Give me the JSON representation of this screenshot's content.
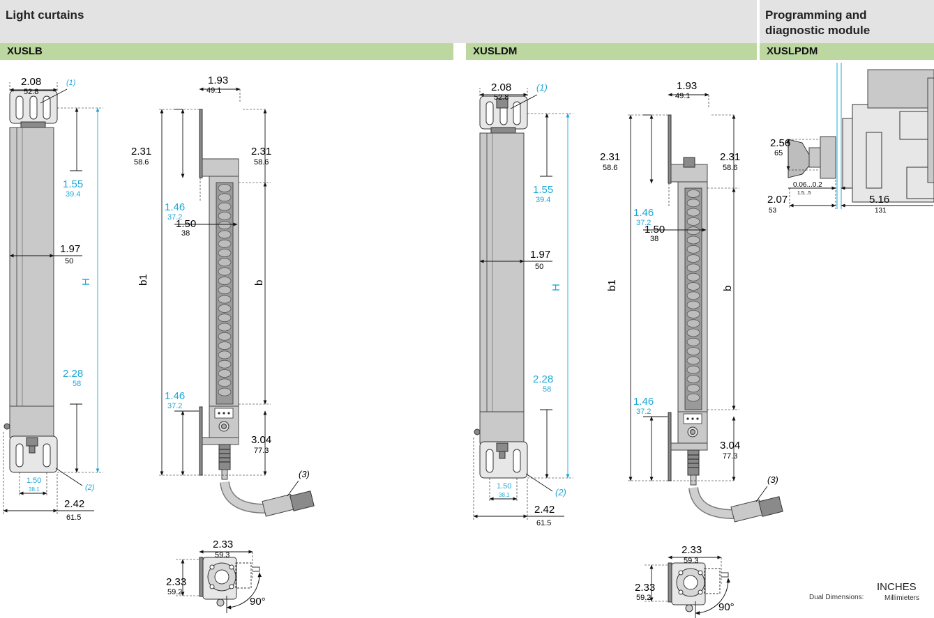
{
  "header": {
    "title_left": "Light curtains",
    "title_right_line1": "Programming and",
    "title_right_line2": "diagnostic module"
  },
  "bands": {
    "xuslb": "XUSLB",
    "xusldm": "XUSLDM",
    "xuslpdm": "XUSLPDM"
  },
  "dims": {
    "top_width_in": "2.08",
    "top_width_mm": "52.8",
    "side_width_in": "1.93",
    "side_width_mm": "49.1",
    "note1": "(1)",
    "note2": "(2)",
    "note3": "(3)",
    "bracket_h_in": "2.31",
    "bracket_h_mm": "58.6",
    "top_off_in": "1.55",
    "top_off_mm": "39.4",
    "lens_off_in": "1.46",
    "lens_off_mm": "37.2",
    "mid_in": "1.50",
    "mid_mm": "38",
    "body_w_in": "1.97",
    "body_w_mm": "50",
    "H": "H",
    "b1": "b1",
    "b": "b",
    "bot_off_in": "2.28",
    "bot_off_mm": "58",
    "bot_bracket_in": "3.04",
    "bot_bracket_mm": "77.3",
    "slot_w_in": "1.50",
    "slot_w_mm": "38.1",
    "overall_in": "2.42",
    "overall_mm": "61.5",
    "plan_w_in": "2.33",
    "plan_w_mm": "59.3",
    "plan_h_in": "2.33",
    "plan_h_mm": "59.2",
    "angle": "90°"
  },
  "module": {
    "h_in": "2.56",
    "h_mm": "65",
    "gap_in": "0.06...0.2",
    "gap_mm": "1.5...5",
    "d1_in": "2.07",
    "d1_mm": "53",
    "d2_in": "5.16",
    "d2_mm": "131"
  },
  "legend": {
    "label": "Dual Dimensions:",
    "inches": "INCHES",
    "mm": "Millimieters"
  }
}
